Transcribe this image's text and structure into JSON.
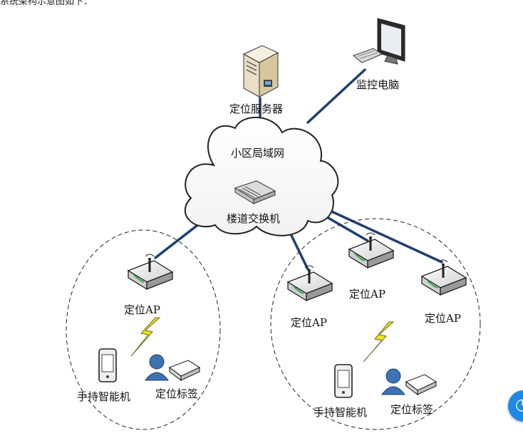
{
  "top_text": "系统架构示意图如下：",
  "nodes": {
    "server": "定位服务器",
    "monitor_pc": "监控电脑",
    "lan": "小区局域网",
    "switch": "楼道交换机",
    "ap_left": "定位AP",
    "ap_right_1": "定位AP",
    "ap_right_2": "定位AP",
    "ap_right_3": "定位AP",
    "handheld_left": "手持智能机",
    "tag_left": "定位标签",
    "handheld_right": "手持智能机",
    "tag_right": "定位标签"
  },
  "colors": {
    "link": "#1f3f6e",
    "lightning": "#f2e21a",
    "person": "#3d73b3",
    "float_button": "#1e88e5"
  },
  "icons": {
    "float_button": "feedback-icon"
  }
}
